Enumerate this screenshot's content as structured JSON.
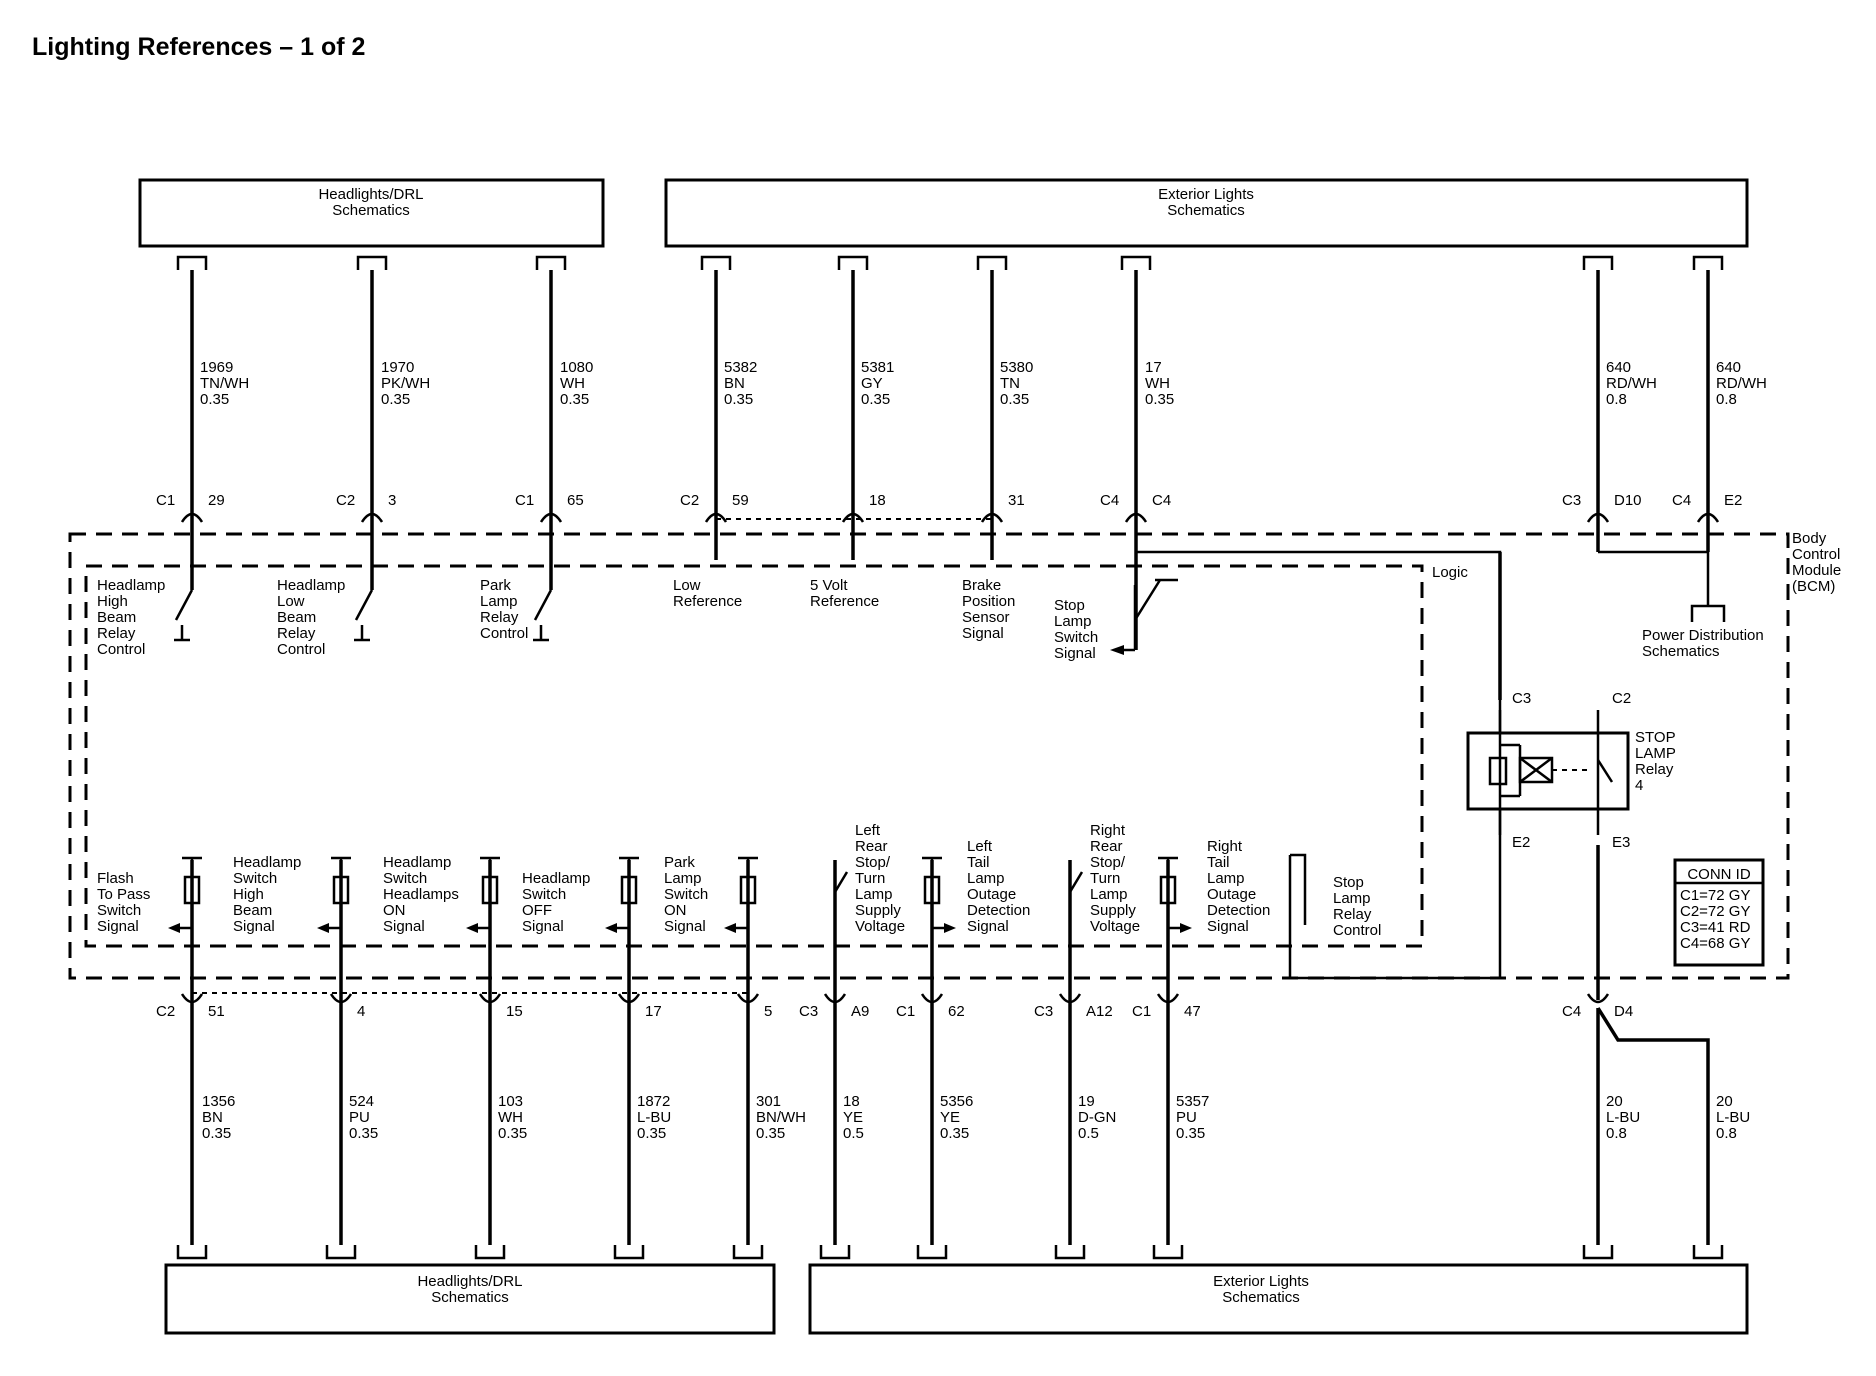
{
  "title": "Lighting References – 1 of 2",
  "top_boxes": {
    "headlights": [
      "Headlights/DRL",
      "Schematics"
    ],
    "exterior": [
      "Exterior Lights",
      "Schematics"
    ]
  },
  "bottom_boxes": {
    "headlights": [
      "Headlights/DRL",
      "Schematics"
    ],
    "exterior": [
      "Exterior Lights",
      "Schematics"
    ]
  },
  "module": {
    "name": [
      "Body",
      "Control",
      "Module",
      "(BCM)"
    ],
    "logic": "Logic",
    "power_distribution": [
      "Power Distribution",
      "Schematics"
    ],
    "relay_label": [
      "STOP",
      "LAMP",
      "Relay",
      "4"
    ],
    "relay_pins": {
      "c3": "C3",
      "c2": "C2",
      "e2": "E2",
      "e3": "E3"
    }
  },
  "top_wires": [
    {
      "wire": [
        "1969",
        "TN/WH",
        "0.35"
      ],
      "conn": "C1",
      "pin": "29",
      "function": [
        "Headlamp",
        "High",
        "Beam",
        "Relay",
        "Control"
      ]
    },
    {
      "wire": [
        "1970",
        "PK/WH",
        "0.35"
      ],
      "conn": "C2",
      "pin": "3",
      "function": [
        "Headlamp",
        "Low",
        "Beam",
        "Relay",
        "Control"
      ]
    },
    {
      "wire": [
        "1080",
        "WH",
        "0.35"
      ],
      "conn": "C1",
      "pin": "65",
      "function": [
        "Park",
        "Lamp",
        "Relay",
        "Control"
      ]
    },
    {
      "wire": [
        "5382",
        "BN",
        "0.35"
      ],
      "conn": "C2",
      "pin": "59",
      "function": [
        "Low",
        "Reference"
      ]
    },
    {
      "wire": [
        "5381",
        "GY",
        "0.35"
      ],
      "conn": "",
      "pin": "18",
      "function": [
        "5 Volt",
        "Reference"
      ]
    },
    {
      "wire": [
        "5380",
        "TN",
        "0.35"
      ],
      "conn": "",
      "pin": "31",
      "function": [
        "Brake",
        "Position",
        "Sensor",
        "Signal"
      ]
    },
    {
      "wire": [
        "17",
        "WH",
        "0.35"
      ],
      "conn": "C4",
      "pin": "C4",
      "function": [
        "Stop",
        "Lamp",
        "Switch",
        "Signal"
      ]
    },
    {
      "wire": [
        "640",
        "RD/WH",
        "0.8"
      ],
      "conn": "C3",
      "pin": "D10",
      "function": []
    },
    {
      "wire": [
        "640",
        "RD/WH",
        "0.8"
      ],
      "conn": "C4",
      "pin": "E2",
      "function": []
    }
  ],
  "bottom_wires": [
    {
      "wire": [
        "1356",
        "BN",
        "0.35"
      ],
      "conn": "C2",
      "pin": "51",
      "function": [
        "Flash",
        "To Pass",
        "Switch",
        "Signal"
      ]
    },
    {
      "wire": [
        "524",
        "PU",
        "0.35"
      ],
      "conn": "",
      "pin": "4",
      "function": [
        "Headlamp",
        "Switch",
        "High",
        "Beam",
        "Signal"
      ]
    },
    {
      "wire": [
        "103",
        "WH",
        "0.35"
      ],
      "conn": "",
      "pin": "15",
      "function": [
        "Headlamp",
        "Switch",
        "Headlamps",
        "ON",
        "Signal"
      ]
    },
    {
      "wire": [
        "1872",
        "L-BU",
        "0.35"
      ],
      "conn": "",
      "pin": "17",
      "function": [
        "Headlamp",
        "Switch",
        "OFF",
        "Signal"
      ]
    },
    {
      "wire": [
        "301",
        "BN/WH",
        "0.35"
      ],
      "conn": "",
      "pin": "5",
      "function": [
        "Park",
        "Lamp",
        "Switch",
        "ON",
        "Signal"
      ]
    },
    {
      "wire": [
        "18",
        "YE",
        "0.5"
      ],
      "conn": "C3",
      "pin": "A9",
      "function": [
        "Left",
        "Rear",
        "Stop/",
        "Turn",
        "Lamp",
        "Supply",
        "Voltage"
      ]
    },
    {
      "wire": [
        "5356",
        "YE",
        "0.35"
      ],
      "conn": "C1",
      "pin": "62",
      "function": [
        "Left",
        "Tail",
        "Lamp",
        "Outage",
        "Detection",
        "Signal"
      ]
    },
    {
      "wire": [
        "19",
        "D-GN",
        "0.5"
      ],
      "conn": "C3",
      "pin": "A12",
      "function": [
        "Right",
        "Rear",
        "Stop/",
        "Turn",
        "Lamp",
        "Supply",
        "Voltage"
      ]
    },
    {
      "wire": [
        "5357",
        "PU",
        "0.35"
      ],
      "conn": "C1",
      "pin": "47",
      "function": [
        "Right",
        "Tail",
        "Lamp",
        "Outage",
        "Detection",
        "Signal"
      ]
    },
    {
      "wire": [
        "20",
        "L-BU",
        "0.8"
      ],
      "conn": "C4",
      "pin": "D4",
      "function": []
    },
    {
      "wire": [
        "20",
        "L-BU",
        "0.8"
      ],
      "conn": "",
      "pin": "",
      "function": []
    }
  ],
  "stop_lamp_relay_control": [
    "Stop",
    "Lamp",
    "Relay",
    "Control"
  ],
  "conn_id": {
    "title": "CONN ID",
    "rows": [
      "C1=72 GY",
      "C2=72 GY",
      "C3=41 RD",
      "C4=68 GY"
    ]
  }
}
